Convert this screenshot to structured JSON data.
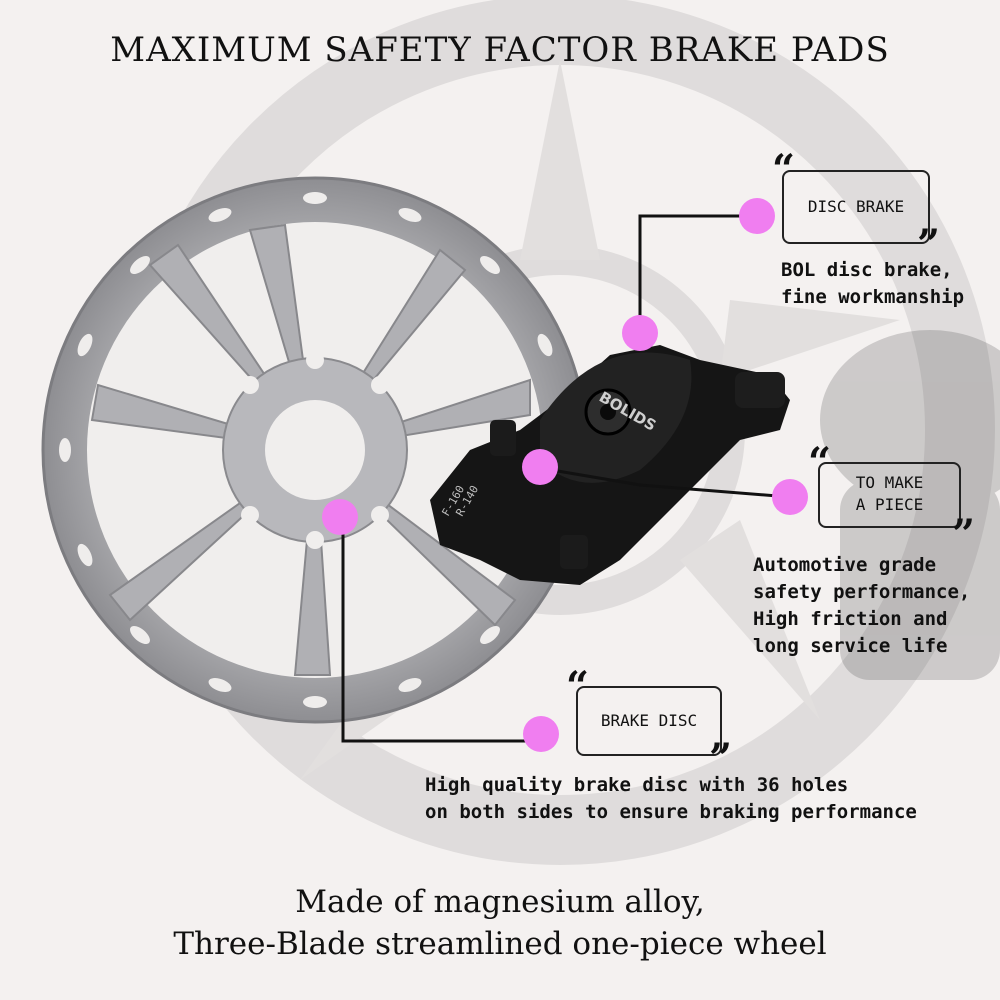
{
  "title": "MAXIMUM SAFETY FACTOR BRAKE PADS",
  "callouts": [
    {
      "label": "DISC BRAKE",
      "open_quote": "“",
      "close_quote": "”",
      "description_lines": [
        "BOL disc brake,",
        "fine workmanship"
      ]
    },
    {
      "label_lines": [
        "TO MAKE",
        "A PIECE"
      ],
      "open_quote": "“",
      "close_quote": "”",
      "description_lines": [
        "Automotive grade",
        "safety performance,",
        "High friction and",
        "long service life"
      ]
    },
    {
      "label": "BRAKE DISC",
      "open_quote": "“",
      "close_quote": "”",
      "description_lines": [
        "High quality brake disc with 36 holes",
        "on both sides to ensure braking performance"
      ]
    }
  ],
  "caliper_text": {
    "brand": "BOLIDS",
    "model_1": "F-160",
    "model_2": "R-140"
  },
  "bottom_text": {
    "line1": "Made of magnesium alloy,",
    "line2": "Three-Blade streamlined one-piece wheel"
  },
  "colors": {
    "marker": "#f07ef0",
    "line": "#111111",
    "caliper": "#141414",
    "disc": "#a8a8ab",
    "background": "#f4f1f0"
  }
}
